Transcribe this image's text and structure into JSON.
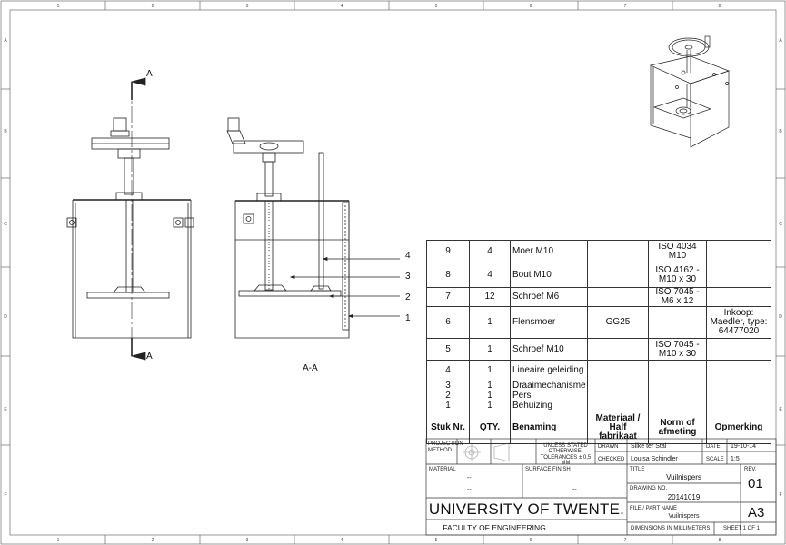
{
  "view_labels": {
    "section_marker": "A",
    "section_view": "A-A"
  },
  "balloons": [
    "4",
    "3",
    "2",
    "1"
  ],
  "border": {
    "columns_top": [
      "1",
      "2",
      "3",
      "4",
      "5",
      "6",
      "7",
      "8"
    ],
    "columns_bottom": [
      "1",
      "2",
      "3",
      "4",
      "5",
      "6",
      "7",
      "8"
    ],
    "rows_left": [
      "A",
      "B",
      "C",
      "D",
      "E",
      "F"
    ],
    "rows_right": [
      "A",
      "B",
      "C",
      "D",
      "E",
      "F"
    ]
  },
  "bom": {
    "rows": [
      {
        "stuk": "9",
        "qty": "4",
        "benaming": "Moer M10",
        "materiaal": "",
        "norm": "ISO 4034 M10",
        "opmerking": ""
      },
      {
        "stuk": "8",
        "qty": "4",
        "benaming": "Bout M10",
        "materiaal": "",
        "norm": "ISO 4162 - M10 x 30",
        "opmerking": ""
      },
      {
        "stuk": "7",
        "qty": "12",
        "benaming": "Schroef M6",
        "materiaal": "",
        "norm": "ISO 7045 - M6 x 12",
        "opmerking": ""
      },
      {
        "stuk": "6",
        "qty": "1",
        "benaming": "Flensmoer",
        "materiaal": "GG25",
        "norm": "",
        "opmerking": "Inkoop: Maedler, type: 64477020"
      },
      {
        "stuk": "5",
        "qty": "1",
        "benaming": "Schroef M10",
        "materiaal": "",
        "norm": "ISO 7045 - M10 x 30",
        "opmerking": ""
      },
      {
        "stuk": "4",
        "qty": "1",
        "benaming": "Lineaire geleiding",
        "materiaal": "",
        "norm": "",
        "opmerking": ""
      },
      {
        "stuk": "3",
        "qty": "1",
        "benaming": "Draaimechanisme",
        "materiaal": "",
        "norm": "",
        "opmerking": ""
      },
      {
        "stuk": "2",
        "qty": "1",
        "benaming": "Pers",
        "materiaal": "",
        "norm": "",
        "opmerking": ""
      },
      {
        "stuk": "1",
        "qty": "1",
        "benaming": "Behuizing",
        "materiaal": "",
        "norm": "",
        "opmerking": ""
      }
    ],
    "headers": {
      "stuk": "Stuk Nr.",
      "qty": "QTY.",
      "benaming": "Benaming",
      "materiaal": "Materiaal / Half fabrikaat",
      "norm": "Norm of afmeting",
      "opmerking": "Opmerking"
    }
  },
  "titleblock": {
    "projection_label": "PROJECTION METHOD",
    "unless_stated": "UNLESS STATED OTHERWISE:",
    "tolerances": "TOLERANCES ± 0,5 MM",
    "drawn_label": "DRAWN",
    "drawn_value": "Silke ter Stal",
    "date_label": "DATE",
    "date_value": "19-10-14",
    "checked_label": "CHECKED",
    "checked_value": "Louisa Schindler",
    "scale_label": "SCALE",
    "scale_value": "1:5",
    "material_label": "MATERIAL",
    "material_value1": "--",
    "material_value2": "--",
    "surface_label": "SURFACE FINISH",
    "surface_value": "--",
    "title_label": "TITLE",
    "title_value": "Vuilnispers",
    "rev_label": "REV.",
    "rev_value": "01",
    "drawing_no_label": "DRAWING NO.",
    "drawing_no_value": "20141019",
    "file_label": "FILE / PART NAME",
    "file_value": "Vuilnispers",
    "size_value": "A3",
    "university": "UNIVERSITY OF TWENTE.",
    "faculty": "FACULTY OF ENGINEERING",
    "dimensions": "DIMENSIONS IN MILLIMETERS",
    "sheet": "SHEET 1 OF 1"
  }
}
